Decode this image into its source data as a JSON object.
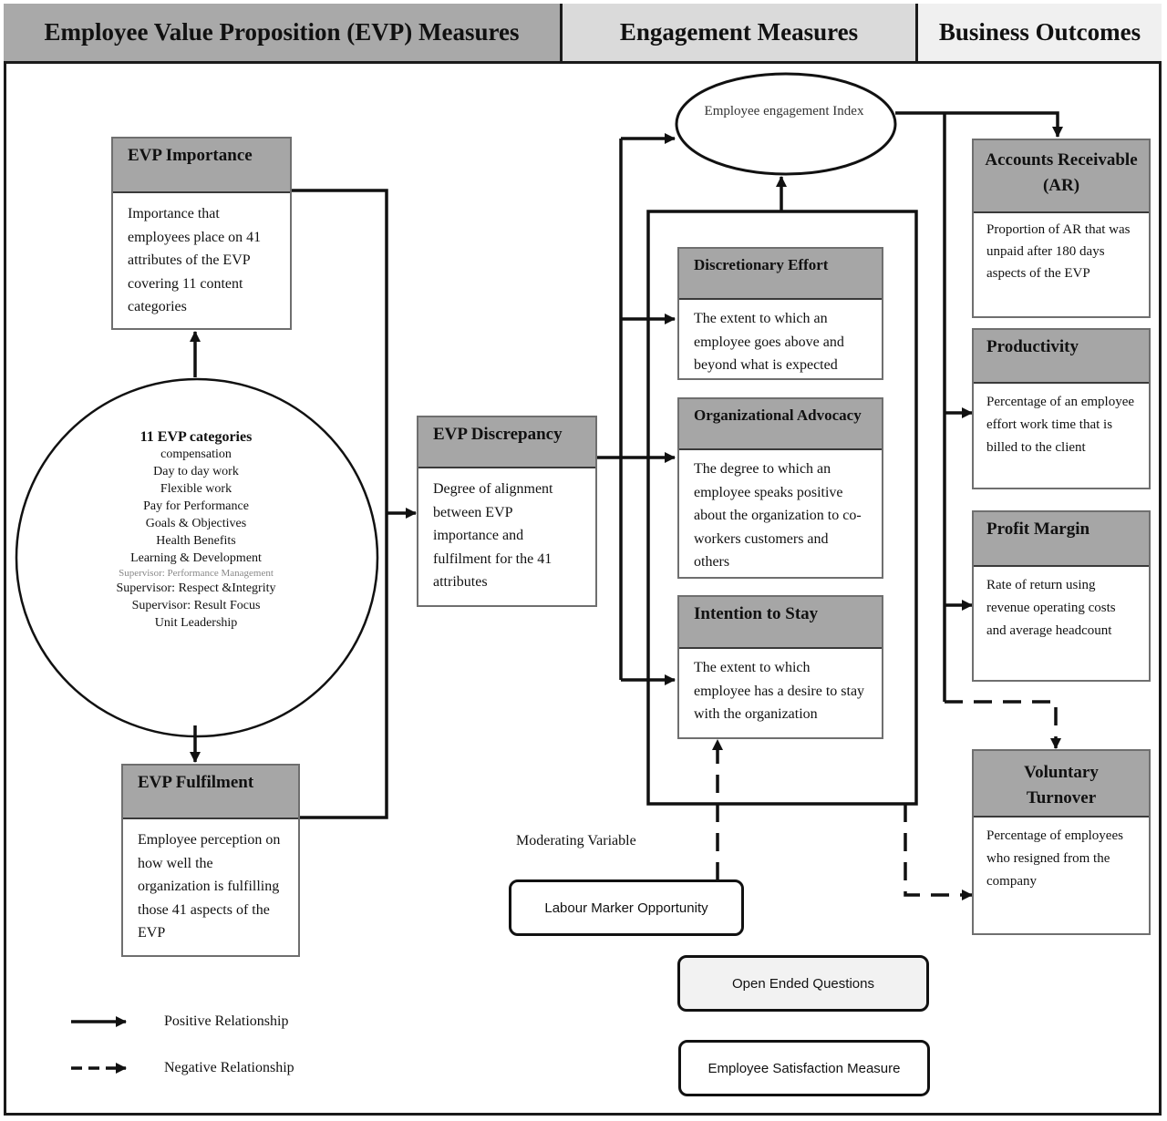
{
  "headers": {
    "evp_measures": "Employee Value Proposition (EVP) Measures",
    "engagement_measures": "Engagement Measures",
    "business_outcomes": "Business Outcomes"
  },
  "evp_importance": {
    "title": "EVP Importance",
    "body": "Importance that employees place on 41 attributes of the EVP covering 11 content categories"
  },
  "evp_categories": {
    "title": "11 EVP categories",
    "items": [
      "compensation",
      "Day to day work",
      "Flexible work",
      "Pay for Performance",
      "Goals & Objectives",
      "Health Benefits",
      "Learning & Development",
      "Supervisor: Performance Management",
      "Supervisor: Respect &Integrity",
      "Supervisor: Result Focus",
      "Unit Leadership"
    ]
  },
  "evp_fulfilment": {
    "title": "EVP Fulfilment",
    "body": "Employee perception on how well the organization is fulfilling those 41 aspects of the EVP"
  },
  "evp_discrepancy": {
    "title": "EVP Discrepancy",
    "body": "Degree of alignment between EVP importance and fulfilment for the 41 attributes"
  },
  "engagement_index": {
    "label": "Employee engagement Index"
  },
  "discretionary_effort": {
    "title": "Discretionary Effort",
    "body": "The extent to which an employee goes above and beyond what is expected"
  },
  "organizational_advocacy": {
    "title": "Organizational Advocacy",
    "body": "The degree to which an employee speaks positive about the organization to co-workers customers and others"
  },
  "intention_to_stay": {
    "title": "Intention to Stay",
    "body": "The extent to which employee has a desire to stay with the organization"
  },
  "accounts_receivable": {
    "title": "Accounts Receivable (AR)",
    "body": "Proportion of AR that was unpaid after 180 days aspects of the EVP"
  },
  "productivity": {
    "title": "Productivity",
    "body": "Percentage of an employee effort work time that is billed to the client"
  },
  "profit_margin": {
    "title": "Profit Margin",
    "body": "Rate of return using revenue operating costs and average headcount"
  },
  "voluntary_turnover": {
    "title": "Voluntary Turnover",
    "body": "Percentage of employees who resigned from the company"
  },
  "moderating": {
    "label": "Moderating Variable",
    "variable": "Labour Marker Opportunity"
  },
  "extra_boxes": {
    "open_ended": "Open Ended Questions",
    "satisfaction": "Employee Satisfaction Measure"
  },
  "legend": {
    "positive": "Positive Relationship",
    "negative": "Negative Relationship"
  }
}
